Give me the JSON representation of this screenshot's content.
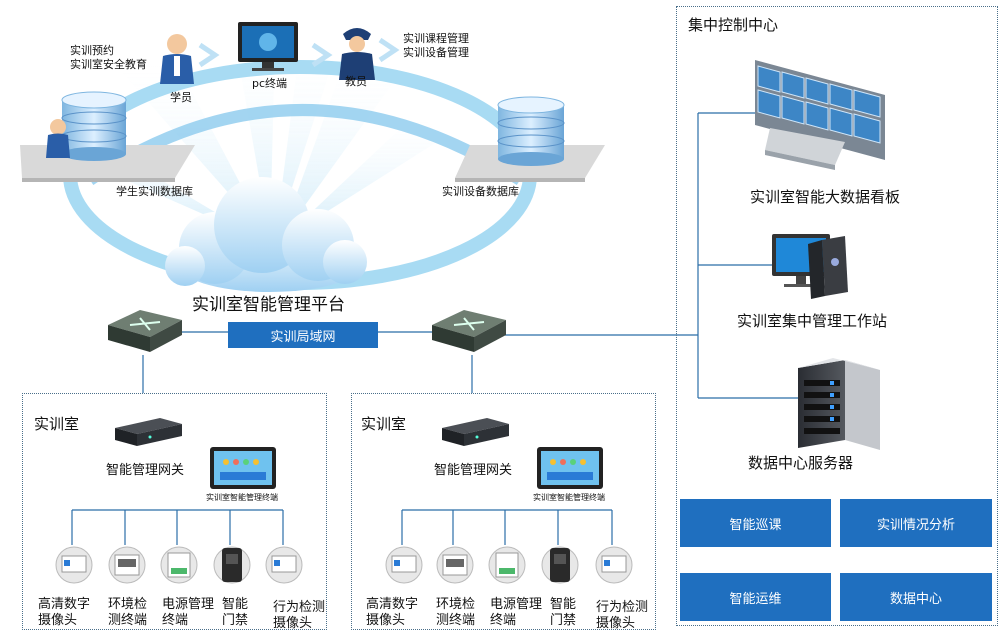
{
  "platform": {
    "title": "实训室智能管理平台",
    "lan_label": "实训局域网",
    "student_label": "学员",
    "student_notes": [
      "实训预约",
      "实训室安全教育"
    ],
    "pc_label": "pc终端",
    "teacher_label": "教员",
    "teacher_notes": [
      "实训课程管理",
      "实训设备管理"
    ],
    "db_left": "学生实训数据库",
    "db_right": "实训设备数据库"
  },
  "control_center": {
    "title": "集中控制中心",
    "items": [
      "实训室智能大数据看板",
      "实训室集中管理工作站",
      "数据中心服务器"
    ],
    "buttons": [
      "智能巡课",
      "实训情况分析",
      "智能运维",
      "数据中心"
    ]
  },
  "labs": [
    {
      "title": "实训室",
      "gateway": "智能管理网关",
      "terminal": "实训室智能管理终端",
      "devices": [
        [
          "高清数字",
          "摄像头"
        ],
        [
          "环境检",
          "测终端"
        ],
        [
          "电源管理",
          "终端"
        ],
        [
          "智能",
          "门禁"
        ],
        [
          "行为检测",
          "摄像头"
        ]
      ]
    },
    {
      "title": "实训室",
      "gateway": "智能管理网关",
      "terminal": "实训室智能管理终端",
      "devices": [
        [
          "高清数字",
          "摄像头"
        ],
        [
          "环境检",
          "测终端"
        ],
        [
          "电源管理",
          "终端"
        ],
        [
          "智能",
          "门禁"
        ],
        [
          "行为检测",
          "摄像头"
        ]
      ]
    }
  ],
  "colors": {
    "accent": "#1f6fbf",
    "arc": "#9fd4ef",
    "line": "#2b6ea8"
  }
}
